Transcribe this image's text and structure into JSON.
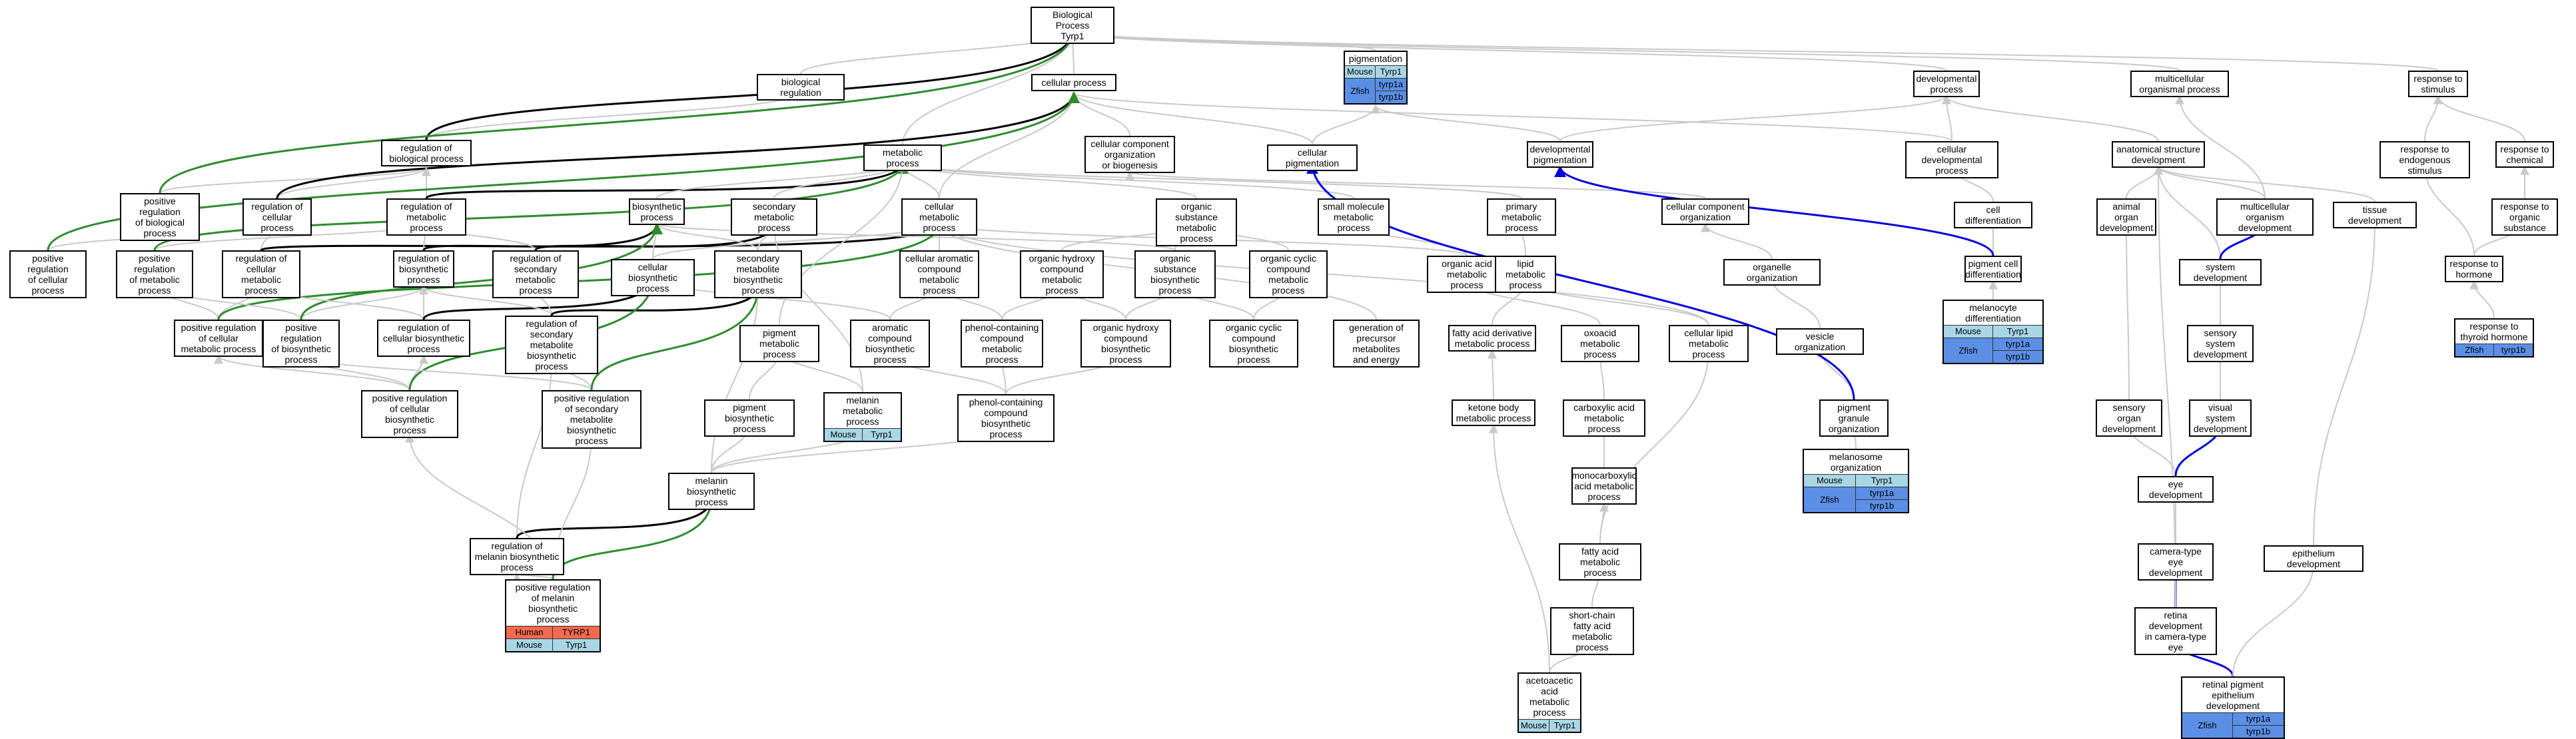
{
  "colors": {
    "Human": "#f26a4f",
    "Mouse": "#a9d6e5",
    "Zfish": "#5b8fe6"
  },
  "nodes": [
    {
      "id": "root",
      "label": "Biological Process\nTyrp1"
    },
    {
      "id": "bioreg",
      "label": "biological regulation"
    },
    {
      "id": "cellproc",
      "label": "cellular process"
    },
    {
      "id": "pigmentation",
      "label": "pigmentation",
      "ann": [
        {
          "sp": "Mouse",
          "genes": [
            "Tyrp1"
          ]
        },
        {
          "sp": "Zfish",
          "genes": [
            "tyrp1a",
            "tyrp1b"
          ]
        }
      ]
    },
    {
      "id": "devproc",
      "label": "developmental\nprocess"
    },
    {
      "id": "multiorg",
      "label": "multicellular\norganismal process"
    },
    {
      "id": "respstim",
      "label": "response to\nstimulus"
    },
    {
      "id": "regbio",
      "label": "regulation of\nbiological process"
    },
    {
      "id": "metab",
      "label": "metabolic process"
    },
    {
      "id": "ccorg",
      "label": "cellular component\norganization\nor biogenesis"
    },
    {
      "id": "cellpig",
      "label": "cellular pigmentation"
    },
    {
      "id": "devpig",
      "label": "developmental\npigmentation"
    },
    {
      "id": "celldevproc",
      "label": "cellular developmental\nprocess"
    },
    {
      "id": "anatdev",
      "label": "anatomical structure\ndevelopment"
    },
    {
      "id": "respendo",
      "label": "response to\nendogenous stimulus"
    },
    {
      "id": "respchem",
      "label": "response to\nchemical"
    },
    {
      "id": "posregbio",
      "label": "positive regulation\nof biological\nprocess"
    },
    {
      "id": "regcell",
      "label": "regulation of\ncellular process"
    },
    {
      "id": "regmet",
      "label": "regulation of\nmetabolic process"
    },
    {
      "id": "biosyn",
      "label": "biosynthetic\nprocess"
    },
    {
      "id": "secmet",
      "label": "secondary metabolic\nprocess"
    },
    {
      "id": "cellmet",
      "label": "cellular metabolic\nprocess"
    },
    {
      "id": "orgsub",
      "label": "organic substance\nmetabolic process"
    },
    {
      "id": "smallmol",
      "label": "small molecule\nmetabolic process"
    },
    {
      "id": "primmet",
      "label": "primary metabolic\nprocess"
    },
    {
      "id": "cccorg",
      "label": "cellular component\norganization"
    },
    {
      "id": "celldiff",
      "label": "cell differentiation"
    },
    {
      "id": "animorg",
      "label": "animal organ\ndevelopment"
    },
    {
      "id": "multiorgdev",
      "label": "multicellular\norganism development"
    },
    {
      "id": "tissuedev",
      "label": "tissue development"
    },
    {
      "id": "resporg",
      "label": "response to\norganic substance"
    },
    {
      "id": "posregcell",
      "label": "positive regulation\nof cellular\nprocess"
    },
    {
      "id": "posregmet",
      "label": "positive regulation\nof metabolic\nprocess"
    },
    {
      "id": "regcellmet",
      "label": "regulation of\ncellular metabolic\nprocess"
    },
    {
      "id": "regbiosyn",
      "label": "regulation of\nbiosynthetic\nprocess"
    },
    {
      "id": "regsecmet",
      "label": "regulation of\nsecondary metabolic\nprocess"
    },
    {
      "id": "cellbiosyn",
      "label": "cellular biosynthetic\nprocess"
    },
    {
      "id": "secmetbio",
      "label": "secondary metabolite\nbiosynthetic\nprocess"
    },
    {
      "id": "cellarom",
      "label": "cellular aromatic\ncompound metabolic\nprocess"
    },
    {
      "id": "orghydmet",
      "label": "organic hydroxy\ncompound metabolic\nprocess"
    },
    {
      "id": "orgsubbio",
      "label": "organic substance\nbiosynthetic\nprocess"
    },
    {
      "id": "orgcycmet",
      "label": "organic cyclic\ncompound metabolic\nprocess"
    },
    {
      "id": "orgacid",
      "label": "organic acid\nmetabolic process"
    },
    {
      "id": "lipidmet",
      "label": "lipid metabolic\nprocess"
    },
    {
      "id": "organelle",
      "label": "organelle organization"
    },
    {
      "id": "pigcelldiff",
      "label": "pigment cell\ndifferentiation"
    },
    {
      "id": "sysdev",
      "label": "system development"
    },
    {
      "id": "resphorm",
      "label": "response to\nhormone"
    },
    {
      "id": "posregcellmet",
      "label": "positive regulation\nof cellular\nmetabolic process"
    },
    {
      "id": "posregbiosyn",
      "label": "positive regulation\nof biosynthetic\nprocess"
    },
    {
      "id": "regcellbiosyn",
      "label": "regulation of\ncellular biosynthetic\nprocess"
    },
    {
      "id": "regsecmetbio",
      "label": "regulation of\nsecondary metabolite\nbiosynthetic\nprocess"
    },
    {
      "id": "pigmet",
      "label": "pigment metabolic\nprocess"
    },
    {
      "id": "aromcomp",
      "label": "aromatic compound\nbiosynthetic\nprocess"
    },
    {
      "id": "phenolmet",
      "label": "phenol-containing\ncompound metabolic\nprocess"
    },
    {
      "id": "orghydbio",
      "label": "organic hydroxy\ncompound biosynthetic\nprocess"
    },
    {
      "id": "orgcycbio",
      "label": "organic cyclic\ncompound biosynthetic\nprocess"
    },
    {
      "id": "genprec",
      "label": "generation of\nprecursor metabolites\nand energy"
    },
    {
      "id": "fattyderiv",
      "label": "fatty acid derivative\nmetabolic process"
    },
    {
      "id": "oxoacid",
      "label": "oxoacid metabolic\nprocess"
    },
    {
      "id": "celllipid",
      "label": "cellular lipid\nmetabolic process"
    },
    {
      "id": "vesicle",
      "label": "vesicle organization"
    },
    {
      "id": "melanodiff",
      "label": "melanocyte differentiation",
      "ann": [
        {
          "sp": "Mouse",
          "genes": [
            "Tyrp1"
          ]
        },
        {
          "sp": "Zfish",
          "genes": [
            "tyrp1a",
            "tyrp1b"
          ]
        }
      ]
    },
    {
      "id": "sensdev",
      "label": "sensory system\ndevelopment"
    },
    {
      "id": "respthyr",
      "label": "response to\nthyroid hormone",
      "ann": [
        {
          "sp": "Zfish",
          "genes": [
            "tyrp1b"
          ]
        }
      ]
    },
    {
      "id": "posregcellbiosyn",
      "label": "positive regulation\nof cellular\nbiosynthetic\nprocess"
    },
    {
      "id": "posregsecmetbio",
      "label": "positive regulation\nof secondary\nmetabolite biosynthetic\nprocess"
    },
    {
      "id": "pigbiosyn",
      "label": "pigment biosynthetic\nprocess"
    },
    {
      "id": "melmet",
      "label": "melanin metabolic\nprocess",
      "ann": [
        {
          "sp": "Mouse",
          "genes": [
            "Tyrp1"
          ]
        }
      ]
    },
    {
      "id": "phenolbio",
      "label": "phenol-containing\ncompound biosynthetic\nprocess"
    },
    {
      "id": "ketone",
      "label": "ketone body\nmetabolic process"
    },
    {
      "id": "carbox",
      "label": "carboxylic acid\nmetabolic process"
    },
    {
      "id": "piggran",
      "label": "pigment granule\norganization"
    },
    {
      "id": "sensorg",
      "label": "sensory organ\ndevelopment"
    },
    {
      "id": "visdev",
      "label": "visual system\ndevelopment"
    },
    {
      "id": "melbiosyn",
      "label": "melanin biosynthetic\nprocess"
    },
    {
      "id": "monocarb",
      "label": "monocarboxylic\nacid metabolic\nprocess"
    },
    {
      "id": "melanosome",
      "label": "melanosome organization",
      "ann": [
        {
          "sp": "Mouse",
          "genes": [
            "Tyrp1"
          ]
        },
        {
          "sp": "Zfish",
          "genes": [
            "tyrp1a",
            "tyrp1b"
          ]
        }
      ]
    },
    {
      "id": "eyedev",
      "label": "eye development"
    },
    {
      "id": "regmelbio",
      "label": "regulation of\nmelanin biosynthetic\nprocess"
    },
    {
      "id": "fattyacid",
      "label": "fatty acid metabolic\nprocess"
    },
    {
      "id": "camera",
      "label": "camera-type\neye development"
    },
    {
      "id": "epith",
      "label": "epithelium development"
    },
    {
      "id": "posregmelbio",
      "label": "positive regulation\nof melanin biosynthetic\nprocess",
      "ann": [
        {
          "sp": "Human",
          "genes": [
            "TYRP1"
          ]
        },
        {
          "sp": "Mouse",
          "genes": [
            "Tyrp1"
          ]
        }
      ]
    },
    {
      "id": "shortchain",
      "label": "short-chain\nfatty acid metabolic\nprocess"
    },
    {
      "id": "retina",
      "label": "retina development\nin camera-type\neye"
    },
    {
      "id": "aceto",
      "label": "acetoacetic\nacid metabolic\nprocess",
      "ann": [
        {
          "sp": "Mouse",
          "genes": [
            "Tyrp1"
          ]
        }
      ]
    },
    {
      "id": "rpe",
      "label": "retinal pigment\nepithelium development",
      "ann": [
        {
          "sp": "Zfish",
          "genes": [
            "tyrp1a",
            "tyrp1b"
          ]
        }
      ]
    }
  ],
  "edges": [
    [
      "bioreg",
      "root",
      "g"
    ],
    [
      "cellproc",
      "root",
      "g"
    ],
    [
      "pigmentation",
      "root",
      "g"
    ],
    [
      "devproc",
      "root",
      "g"
    ],
    [
      "multiorg",
      "root",
      "g"
    ],
    [
      "respstim",
      "root",
      "g"
    ],
    [
      "regbio",
      "bioreg",
      "g"
    ],
    [
      "regbio",
      "root",
      "k"
    ],
    [
      "metab",
      "root",
      "g"
    ],
    [
      "ccorg",
      "cellproc",
      "g"
    ],
    [
      "cellpig",
      "cellproc",
      "g"
    ],
    [
      "cellpig",
      "pigmentation",
      "g"
    ],
    [
      "devpig",
      "pigmentation",
      "g"
    ],
    [
      "devpig",
      "devproc",
      "g"
    ],
    [
      "celldevproc",
      "cellproc",
      "g"
    ],
    [
      "celldevproc",
      "devproc",
      "g"
    ],
    [
      "anatdev",
      "devproc",
      "g"
    ],
    [
      "respendo",
      "respstim",
      "g"
    ],
    [
      "respchem",
      "respstim",
      "g"
    ],
    [
      "posregbio",
      "regbio",
      "g"
    ],
    [
      "posregbio",
      "root",
      "gr"
    ],
    [
      "regcell",
      "regbio",
      "g"
    ],
    [
      "regcell",
      "cellproc",
      "k"
    ],
    [
      "regmet",
      "regbio",
      "g"
    ],
    [
      "regmet",
      "metab",
      "k"
    ],
    [
      "biosyn",
      "metab",
      "g"
    ],
    [
      "secmet",
      "metab",
      "g"
    ],
    [
      "cellmet",
      "metab",
      "g"
    ],
    [
      "cellmet",
      "cellproc",
      "g"
    ],
    [
      "orgsub",
      "metab",
      "g"
    ],
    [
      "smallmol",
      "metab",
      "g"
    ],
    [
      "primmet",
      "metab",
      "g"
    ],
    [
      "cccorg",
      "ccorg",
      "g"
    ],
    [
      "celldiff",
      "celldevproc",
      "g"
    ],
    [
      "animorg",
      "anatdev",
      "g"
    ],
    [
      "multiorgdev",
      "anatdev",
      "g"
    ],
    [
      "multiorgdev",
      "multiorg",
      "g"
    ],
    [
      "tissuedev",
      "anatdev",
      "g"
    ],
    [
      "resporg",
      "respchem",
      "g"
    ],
    [
      "posregcell",
      "regcell",
      "g"
    ],
    [
      "posregcell",
      "cellproc",
      "gr"
    ],
    [
      "posregmet",
      "regmet",
      "g"
    ],
    [
      "posregmet",
      "metab",
      "gr"
    ],
    [
      "regcellmet",
      "regcell",
      "g"
    ],
    [
      "regcellmet",
      "cellmet",
      "k"
    ],
    [
      "regbiosyn",
      "regmet",
      "g"
    ],
    [
      "regbiosyn",
      "biosyn",
      "k"
    ],
    [
      "regsecmet",
      "regmet",
      "g"
    ],
    [
      "regsecmet",
      "secmet",
      "k"
    ],
    [
      "cellbiosyn",
      "biosyn",
      "g"
    ],
    [
      "cellbiosyn",
      "cellmet",
      "g"
    ],
    [
      "secmetbio",
      "secmet",
      "g"
    ],
    [
      "secmetbio",
      "biosyn",
      "g"
    ],
    [
      "cellarom",
      "cellmet",
      "g"
    ],
    [
      "orghydmet",
      "orgsub",
      "g"
    ],
    [
      "orgsubbio",
      "orgsub",
      "g"
    ],
    [
      "orgsubbio",
      "biosyn",
      "g"
    ],
    [
      "orgcycmet",
      "orgsub",
      "g"
    ],
    [
      "orgacid",
      "smallmol",
      "g"
    ],
    [
      "orgacid",
      "cellmet",
      "g"
    ],
    [
      "lipidmet",
      "primmet",
      "g"
    ],
    [
      "organelle",
      "cccorg",
      "g"
    ],
    [
      "pigcelldiff",
      "celldiff",
      "g"
    ],
    [
      "pigcelldiff",
      "devpig",
      "bl"
    ],
    [
      "sysdev",
      "anatdev",
      "g"
    ],
    [
      "sysdev",
      "multiorgdev",
      "bl"
    ],
    [
      "resphorm",
      "respendo",
      "g"
    ],
    [
      "resphorm",
      "resporg",
      "g"
    ],
    [
      "posregcellmet",
      "posregmet",
      "g"
    ],
    [
      "posregcellmet",
      "regcellmet",
      "g"
    ],
    [
      "posregcellmet",
      "cellmet",
      "gr"
    ],
    [
      "posregbiosyn",
      "regbiosyn",
      "g"
    ],
    [
      "posregbiosyn",
      "posregmet",
      "g"
    ],
    [
      "posregbiosyn",
      "biosyn",
      "gr"
    ],
    [
      "regcellbiosyn",
      "regbiosyn",
      "g"
    ],
    [
      "regcellbiosyn",
      "regcellmet",
      "g"
    ],
    [
      "regcellbiosyn",
      "cellbiosyn",
      "k"
    ],
    [
      "regsecmetbio",
      "regsecmet",
      "g"
    ],
    [
      "regsecmetbio",
      "regbiosyn",
      "g"
    ],
    [
      "regsecmetbio",
      "secmetbio",
      "k"
    ],
    [
      "pigmet",
      "metab",
      "g"
    ],
    [
      "aromcomp",
      "cellarom",
      "g"
    ],
    [
      "aromcomp",
      "cellbiosyn",
      "g"
    ],
    [
      "phenolmet",
      "cellarom",
      "g"
    ],
    [
      "phenolmet",
      "orghydmet",
      "g"
    ],
    [
      "orghydbio",
      "orghydmet",
      "g"
    ],
    [
      "orghydbio",
      "orgsubbio",
      "g"
    ],
    [
      "orgcycbio",
      "orgcycmet",
      "g"
    ],
    [
      "orgcycbio",
      "orgsubbio",
      "g"
    ],
    [
      "genprec",
      "cellmet",
      "g"
    ],
    [
      "fattyderiv",
      "lipidmet",
      "g"
    ],
    [
      "oxoacid",
      "orgacid",
      "g"
    ],
    [
      "celllipid",
      "lipidmet",
      "g"
    ],
    [
      "celllipid",
      "cellmet",
      "g"
    ],
    [
      "vesicle",
      "organelle",
      "g"
    ],
    [
      "melanodiff",
      "pigcelldiff",
      "g"
    ],
    [
      "sensdev",
      "sysdev",
      "g"
    ],
    [
      "respthyr",
      "resphorm",
      "g"
    ],
    [
      "posregcellbiosyn",
      "posregbiosyn",
      "g"
    ],
    [
      "posregcellbiosyn",
      "regcellbiosyn",
      "g"
    ],
    [
      "posregcellbiosyn",
      "posregcellmet",
      "g"
    ],
    [
      "posregcellbiosyn",
      "cellbiosyn",
      "gr"
    ],
    [
      "posregsecmetbio",
      "regsecmetbio",
      "g"
    ],
    [
      "posregsecmetbio",
      "posregbiosyn",
      "g"
    ],
    [
      "posregsecmetbio",
      "secmetbio",
      "gr"
    ],
    [
      "pigbiosyn",
      "pigmet",
      "g"
    ],
    [
      "melmet",
      "pigmet",
      "g"
    ],
    [
      "melmet",
      "secmet",
      "g"
    ],
    [
      "phenolbio",
      "phenolmet",
      "g"
    ],
    [
      "phenolbio",
      "aromcomp",
      "g"
    ],
    [
      "phenolbio",
      "orghydbio",
      "g"
    ],
    [
      "ketone",
      "fattyderiv",
      "g"
    ],
    [
      "carbox",
      "oxoacid",
      "g"
    ],
    [
      "piggran",
      "vesicle",
      "g"
    ],
    [
      "piggran",
      "cellpig",
      "bl"
    ],
    [
      "sensorg",
      "animorg",
      "g"
    ],
    [
      "visdev",
      "sensdev",
      "g"
    ],
    [
      "melbiosyn",
      "pigbiosyn",
      "g"
    ],
    [
      "melbiosyn",
      "melmet",
      "g"
    ],
    [
      "melbiosyn",
      "phenolbio",
      "g"
    ],
    [
      "melbiosyn",
      "secmetbio",
      "g"
    ],
    [
      "monocarb",
      "carbox",
      "g"
    ],
    [
      "melanosome",
      "piggran",
      "g"
    ],
    [
      "eyedev",
      "sensorg",
      "g"
    ],
    [
      "eyedev",
      "visdev",
      "bl"
    ],
    [
      "regmelbio",
      "regsecmetbio",
      "g"
    ],
    [
      "regmelbio",
      "melbiosyn",
      "k"
    ],
    [
      "fattyacid",
      "monocarb",
      "g"
    ],
    [
      "fattyacid",
      "celllipid",
      "g"
    ],
    [
      "camera",
      "eyedev",
      "g"
    ],
    [
      "epith",
      "tissuedev",
      "g"
    ],
    [
      "posregmelbio",
      "regmelbio",
      "g"
    ],
    [
      "posregmelbio",
      "posregsecmetbio",
      "g"
    ],
    [
      "posregmelbio",
      "posregcellbiosyn",
      "g"
    ],
    [
      "posregmelbio",
      "melbiosyn",
      "gr"
    ],
    [
      "shortchain",
      "fattyacid",
      "g"
    ],
    [
      "retina",
      "camera",
      "bl"
    ],
    [
      "retina",
      "anatdev",
      "g"
    ],
    [
      "aceto",
      "shortchain",
      "g"
    ],
    [
      "aceto",
      "ketone",
      "g"
    ],
    [
      "rpe",
      "retina",
      "bl"
    ],
    [
      "rpe",
      "epith",
      "g"
    ]
  ]
}
